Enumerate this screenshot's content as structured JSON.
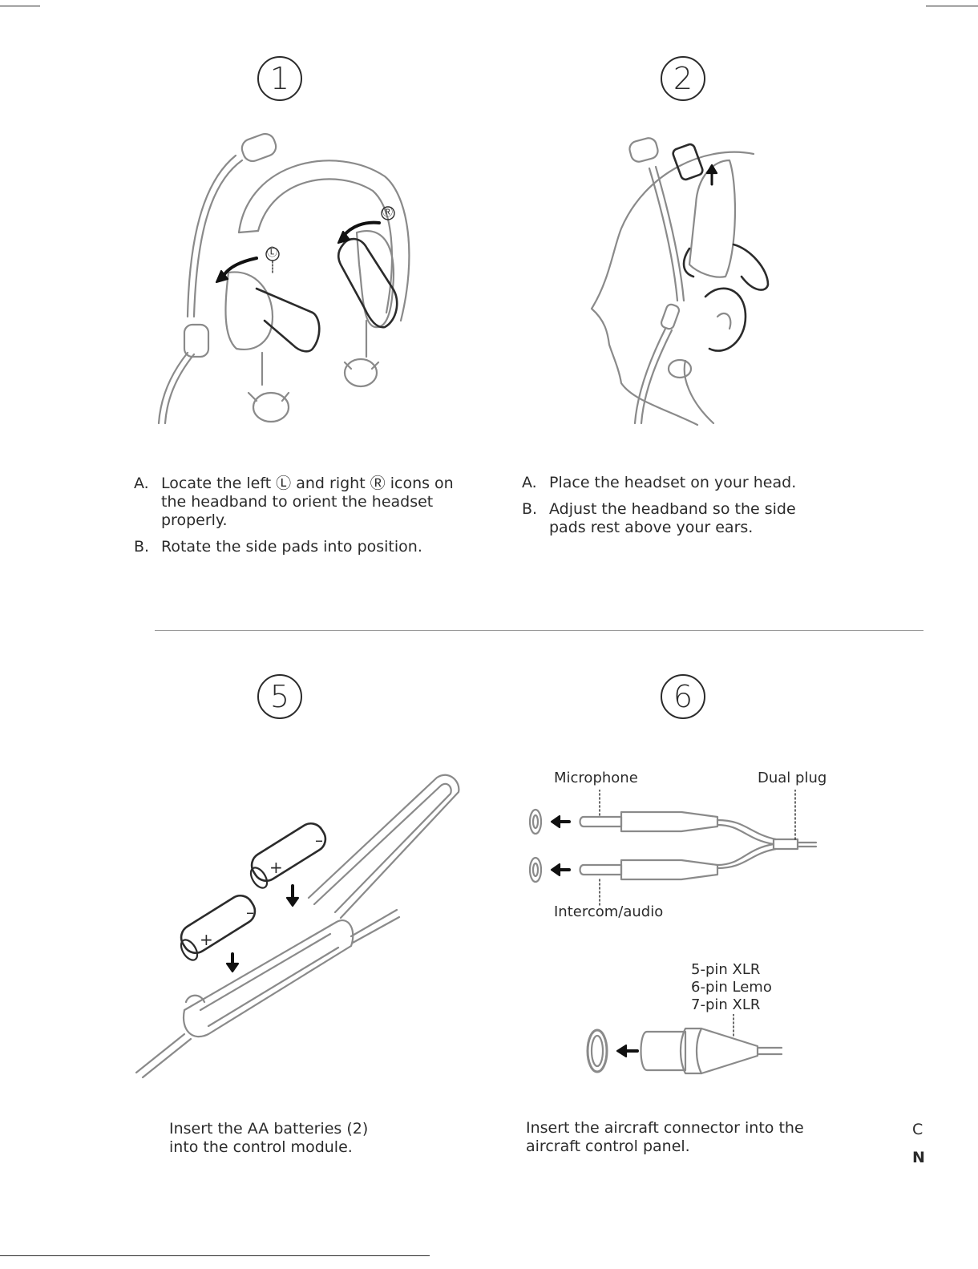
{
  "step1": {
    "number": "1",
    "items": [
      {
        "letter": "A.",
        "text": "Locate the left Ⓛ and right Ⓡ icons on the headband to orient the headset properly."
      },
      {
        "letter": "B.",
        "text": "Rotate the side pads into position."
      }
    ],
    "icon_left": "Ⓛ",
    "icon_right": "Ⓡ"
  },
  "step2": {
    "number": "2",
    "items": [
      {
        "letter": "A.",
        "text": "Place the headset on your head."
      },
      {
        "letter": "B.",
        "text": "Adjust the headband so the side pads rest above your ears."
      }
    ]
  },
  "step5": {
    "number": "5",
    "caption": "Insert the AA batteries (2) into the control module.",
    "plus": "+",
    "minus": "–"
  },
  "step6": {
    "number": "6",
    "caption": "Insert the aircraft connector into the aircraft control panel.",
    "labels": {
      "microphone": "Microphone",
      "dual_plug": "Dual plug",
      "intercom": "Intercom/audio",
      "xlr5": "5-pin XLR",
      "lemo6": "6-pin Lemo",
      "xlr7": "7-pin XLR"
    }
  },
  "cutoff": {
    "line1": "C",
    "line2": "N"
  }
}
